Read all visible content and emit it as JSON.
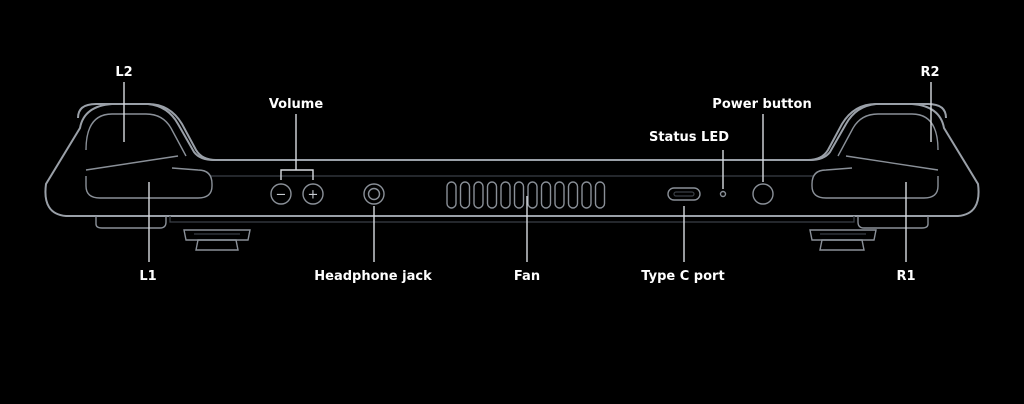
{
  "labels": {
    "l2": "L2",
    "r2": "R2",
    "l1": "L1",
    "r1": "R1",
    "volume": "Volume",
    "volume_minus": "−",
    "volume_plus": "+",
    "status_led": "Status LED",
    "power_button": "Power button",
    "headphone_jack": "Headphone jack",
    "fan": "Fan",
    "type_c_port": "Type C port"
  },
  "colors": {
    "background": "#000000",
    "outline": "#9aa0a8",
    "label": "#ffffff"
  },
  "fan": {
    "vent_slot_count": 12
  }
}
